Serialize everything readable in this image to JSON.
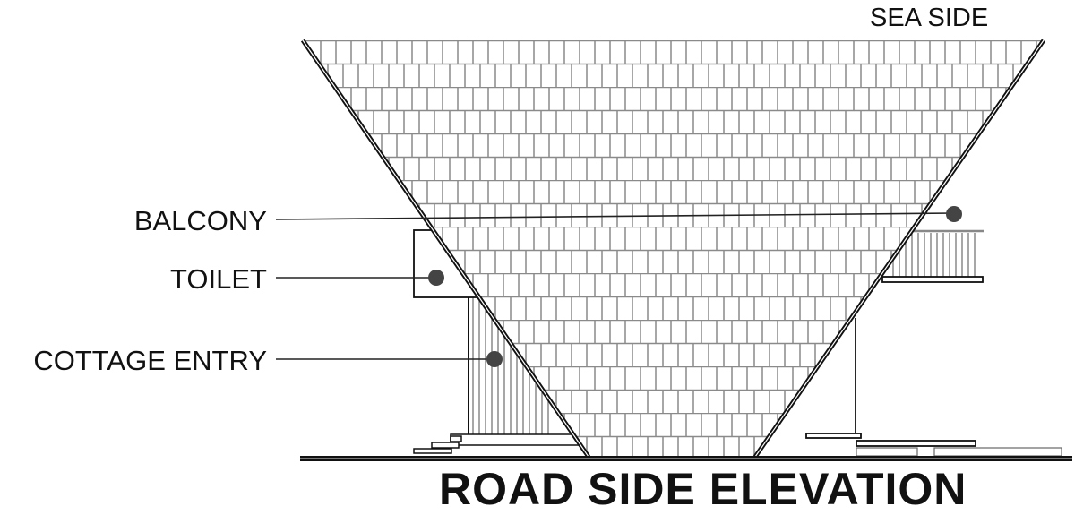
{
  "labels": {
    "sea_side": "SEA SIDE",
    "balcony": "BALCONY",
    "toilet": "TOILET",
    "cottage_entry": "COTTAGE ENTRY"
  },
  "title": "ROAD SIDE ELEVATION",
  "colors": {
    "line": "#111111",
    "tile": "#8a8a8a",
    "marker": "#444444"
  }
}
